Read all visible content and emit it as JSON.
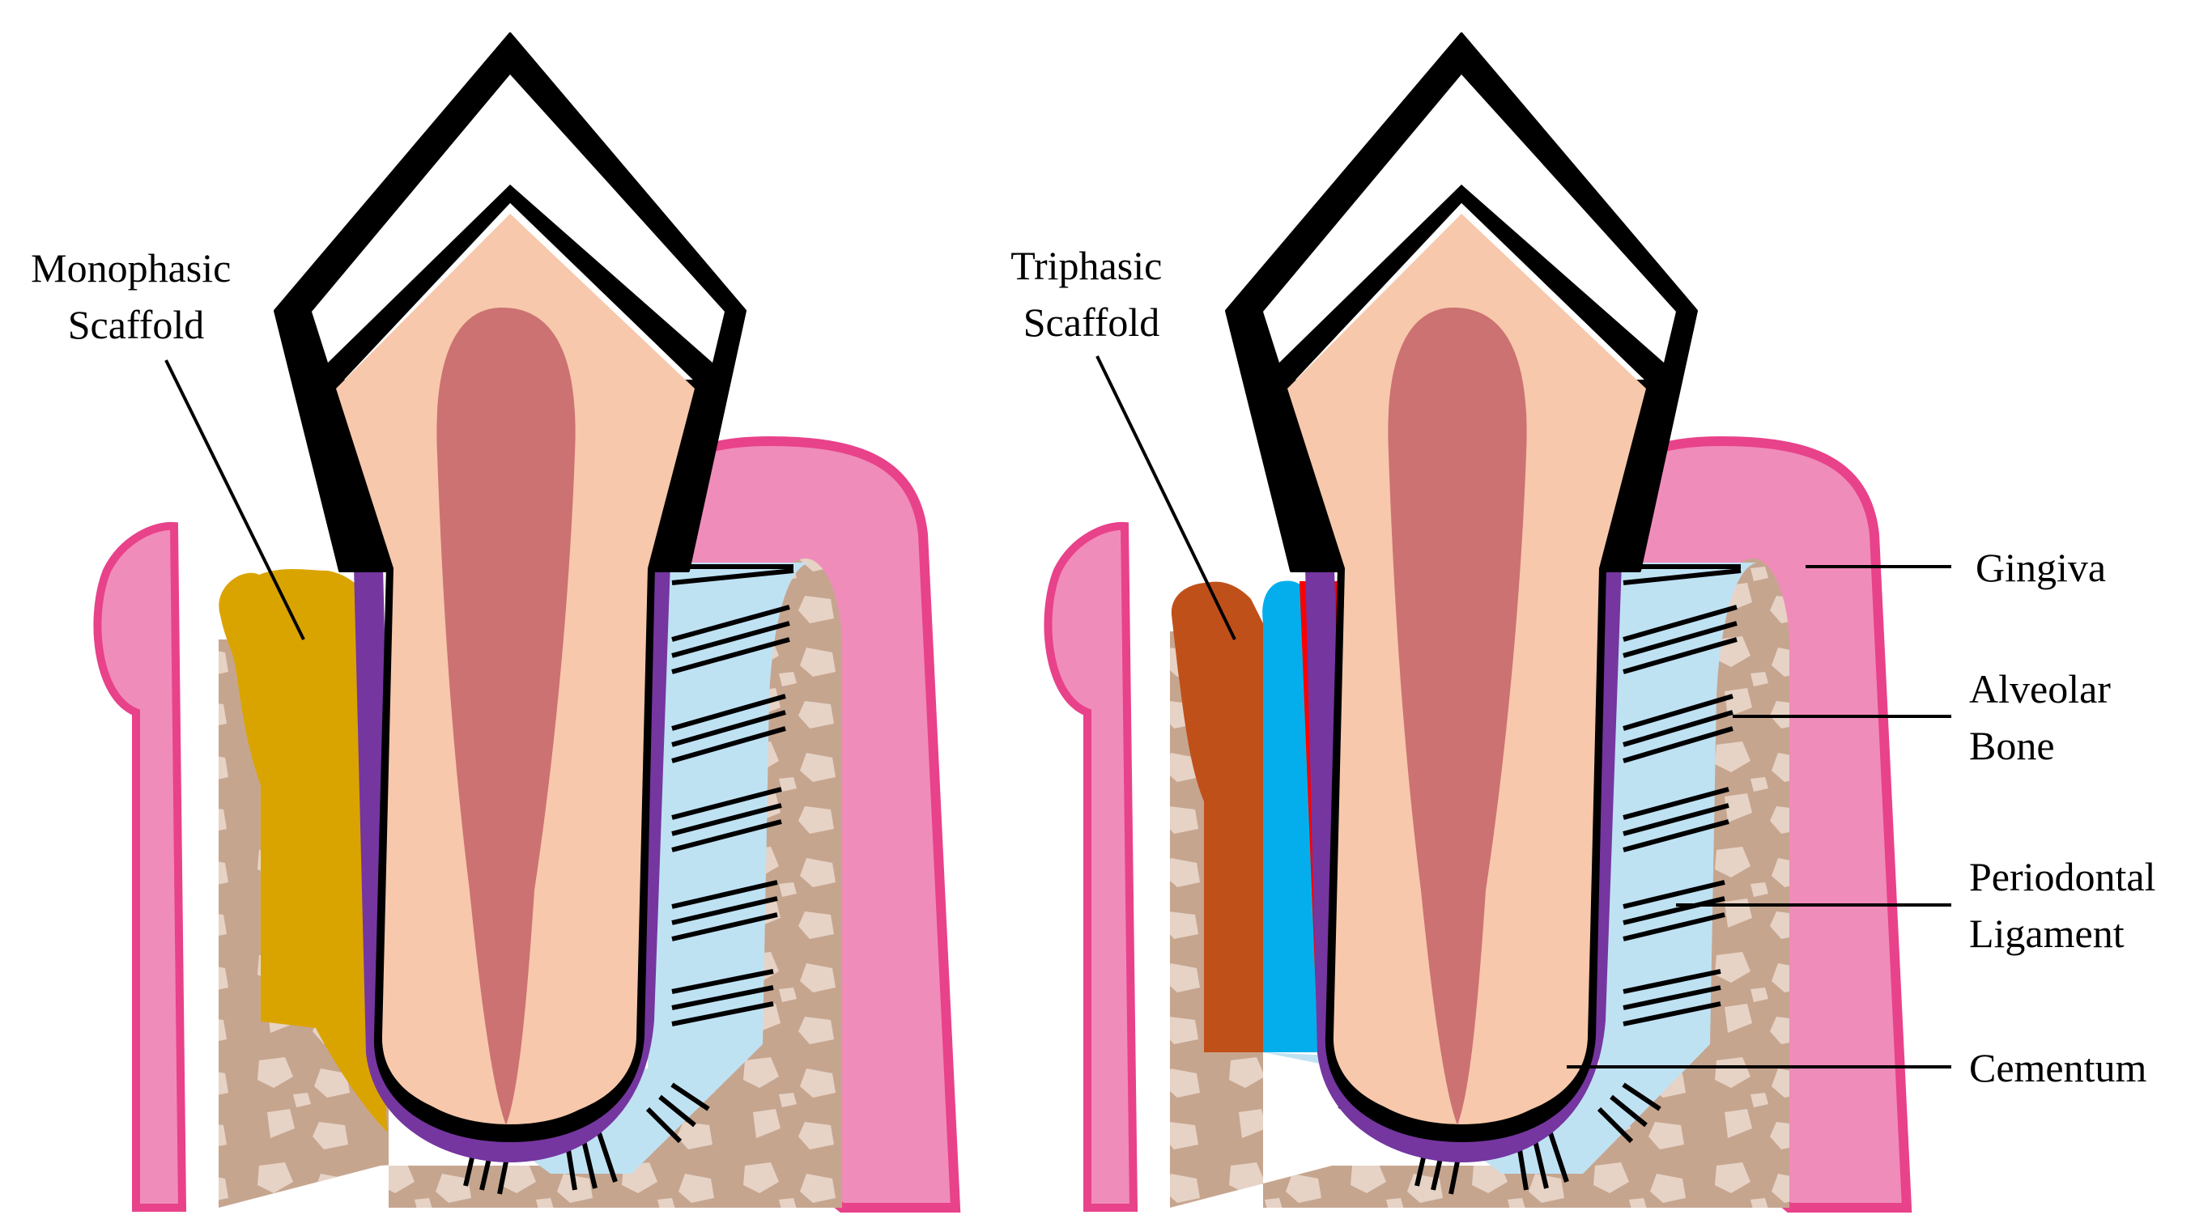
{
  "labels": {
    "monophasic": [
      "Monophasic",
      "Scaffold"
    ],
    "triphasic": [
      "Triphasic",
      "Scaffold"
    ],
    "gingiva": [
      "Gingiva"
    ],
    "alveolar_bone": [
      "Alveolar",
      "Bone"
    ],
    "periodontal_ligament": [
      "Periodontal",
      "Ligament"
    ],
    "cementum": [
      "Cementum"
    ]
  },
  "colors": {
    "enamel_outline": "#000000",
    "dentin": "#f7c8ab",
    "pulp": "#cc7272",
    "gingiva": "#f08cba",
    "gingiva_edge": "#e8428a",
    "alveolar_bone": "#c6a58f",
    "bone_spots": "#ead8cc",
    "periodontal_ligament": "#bfe2f3",
    "ligament_fibers": "#000000",
    "cementum": "#7536a0",
    "monophasic_scaffold": "#daa400",
    "triphasic_phase_1": "#c0501a",
    "triphasic_phase_2": "#04aeec",
    "triphasic_phase_3": "#fc0000"
  }
}
